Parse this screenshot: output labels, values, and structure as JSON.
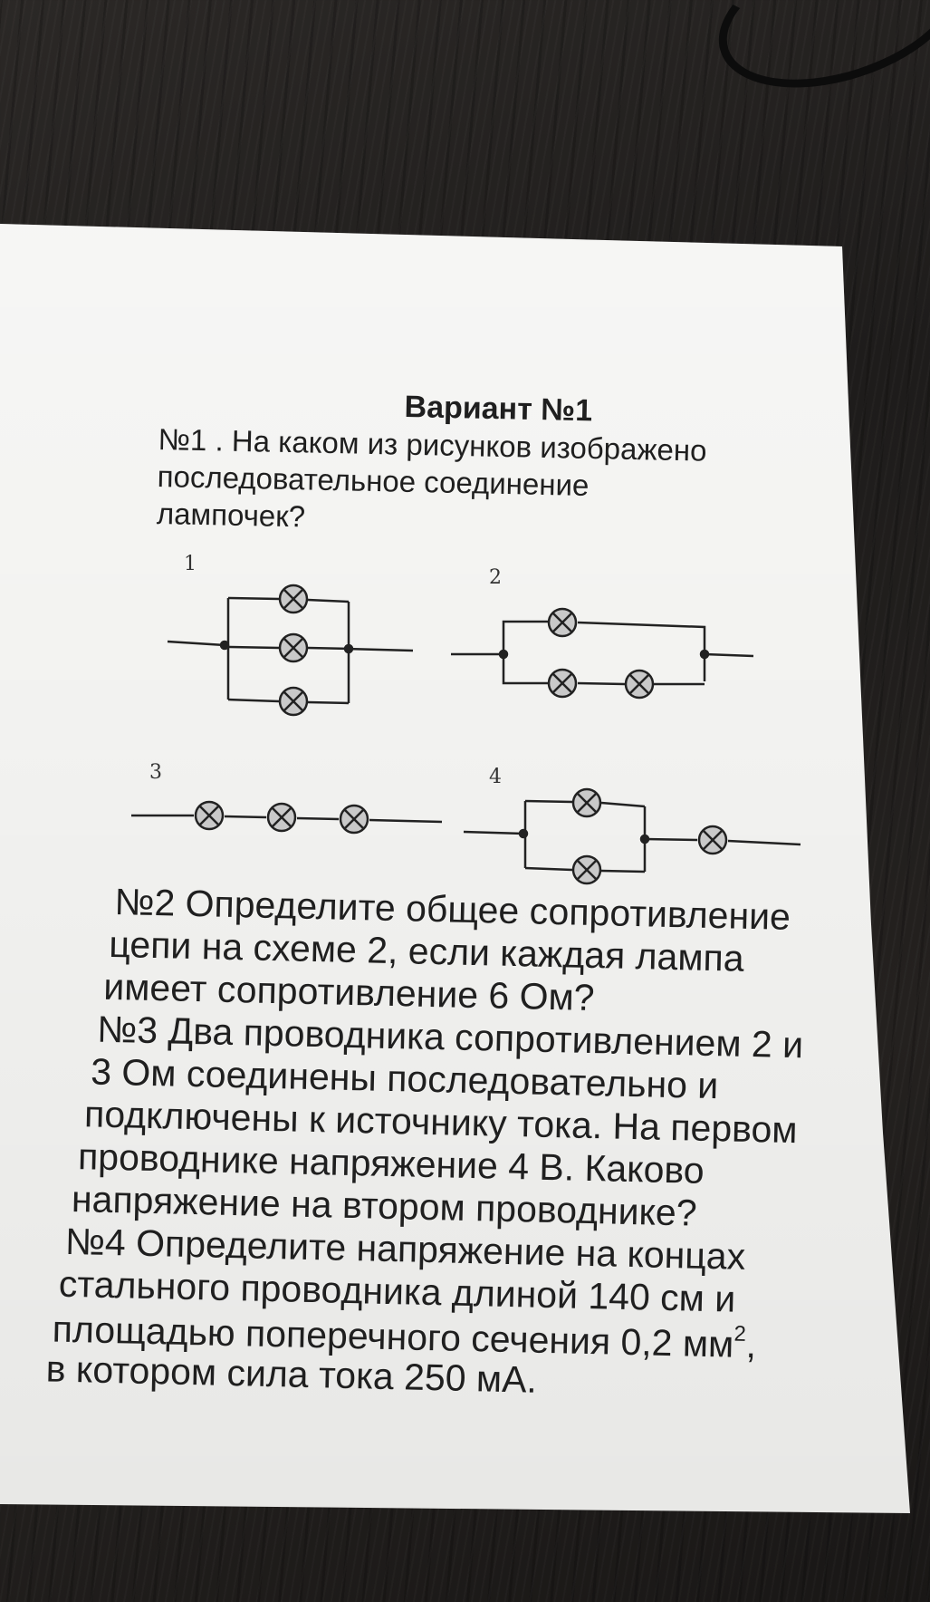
{
  "document": {
    "title": "Вариант №1",
    "task1": {
      "lines": [
        "№1 . На каком из рисунков изображено",
        "последовательное соединение",
        "лампочек?"
      ]
    },
    "figures": [
      {
        "label": "1"
      },
      {
        "label": "2"
      },
      {
        "label": "3"
      },
      {
        "label": "4"
      }
    ],
    "task2": {
      "lines": [
        "№2 Определите общее сопротивление",
        "цепи на схеме 2, если каждая лампа",
        "имеет сопротивление 6 Ом?"
      ]
    },
    "task3": {
      "lines": [
        "№3 Два проводника сопротивлением 2 и",
        "3 Ом соединены последовательно и",
        "подключены к источнику тока. На первом",
        "проводнике напряжение 4 В. Каково",
        "напряжение на втором проводнике?"
      ]
    },
    "task4": {
      "lines": [
        "№4 Определите напряжение на концах",
        "стального проводника длиной 140 см и",
        "площадью поперечного сечения 0,2 мм",
        "в котором сила тока 250 мА."
      ],
      "superscript": "2",
      "after_superscript": ","
    }
  }
}
